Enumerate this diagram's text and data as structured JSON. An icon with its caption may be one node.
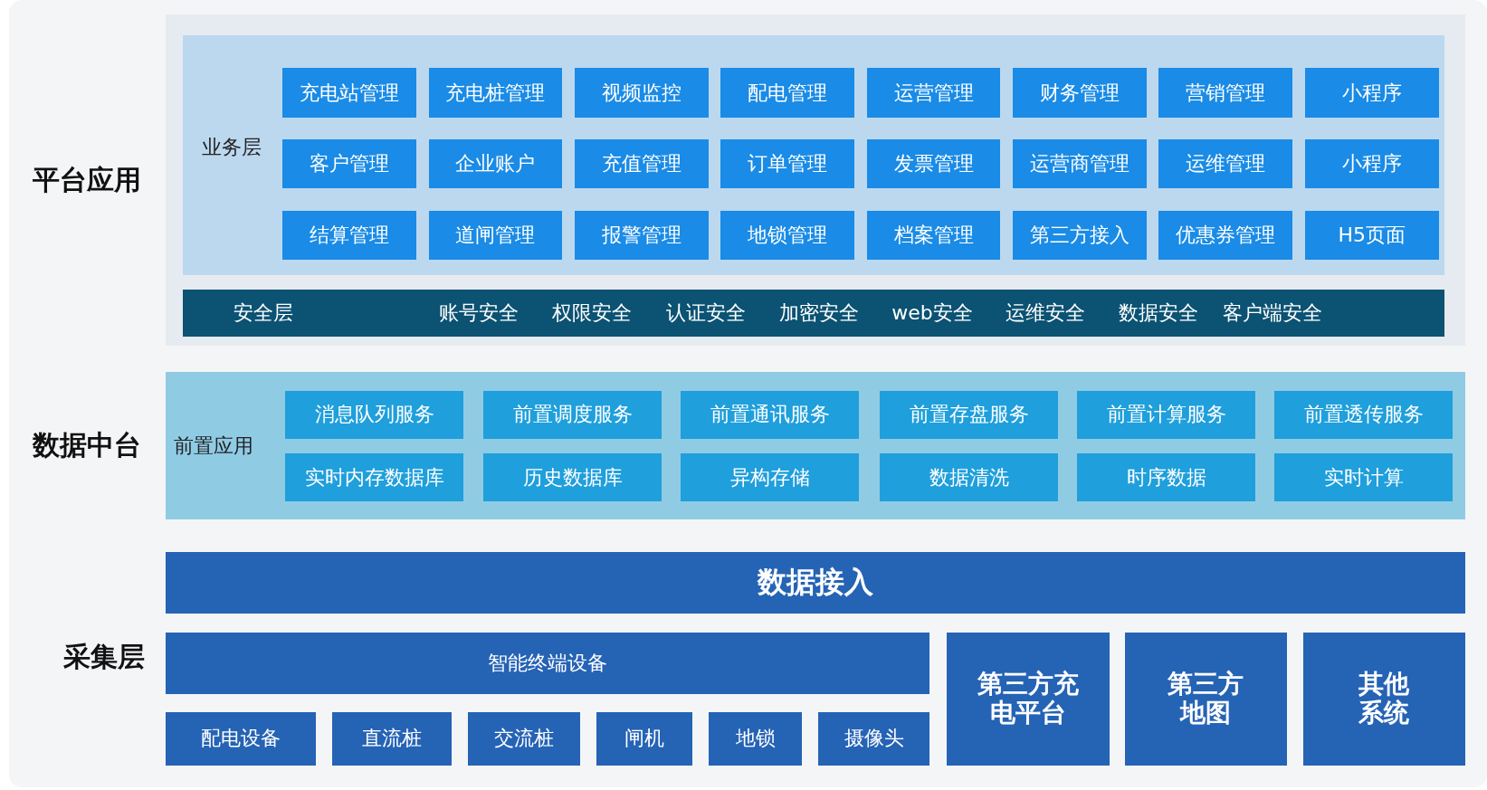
{
  "diagram": {
    "nodes": [
      {
        "text": [],
        "shape": "box"
      },
      {
        "text": [
          "业务层"
        ],
        "in": 0
      },
      {
        "text": [
          "充电站管理"
        ],
        "in": 1
      },
      {
        "text": [
          "充电桩管理"
        ],
        "in": 1
      },
      {
        "text": [
          "视频监控"
        ],
        "in": 1
      },
      {
        "text": [
          "配电管理"
        ],
        "in": 1
      },
      {
        "text": [
          "运营管理"
        ],
        "in": 1
      },
      {
        "text": [
          "财务管理"
        ],
        "in": 1
      },
      {
        "text": [
          "营销管理"
        ],
        "in": 1
      },
      {
        "text": [
          "小程序"
        ],
        "in": 1
      },
      {
        "text": [
          "客户管理"
        ],
        "in": 1
      },
      {
        "text": [
          "企业账户"
        ],
        "in": 1
      },
      {
        "text": [
          "充值管理"
        ],
        "in": 1
      },
      {
        "text": [
          "订单管理"
        ],
        "in": 1
      },
      {
        "text": [
          "发票管理"
        ],
        "in": 1
      },
      {
        "text": [
          "运营商管理"
        ],
        "in": 1
      },
      {
        "text": [
          "运维管理"
        ],
        "in": 1
      },
      {
        "text": [
          "小程序"
        ],
        "in": 1
      },
      {
        "text": [
          "结算管理"
        ],
        "in": 1
      },
      {
        "text": [
          "道闸管理"
        ],
        "in": 1
      },
      {
        "text": [
          "报警管理"
        ],
        "in": 1
      },
      {
        "text": [
          "地锁管理"
        ],
        "in": 1
      },
      {
        "text": [
          "档案管理"
        ],
        "in": 1
      },
      {
        "text": [
          "第三方接入"
        ],
        "in": 1
      },
      {
        "text": [
          "优惠券管理"
        ],
        "in": 1
      },
      {
        "text": [
          "H5页面"
        ],
        "in": 1
      },
      {
        "text": [
          "安全层",
          "账号安全",
          "权限安全",
          "认证安全",
          "加密安全",
          "web安全",
          "运维安全",
          "数据安全",
          "客户端安全"
        ],
        "in": 0
      },
      {
        "text": [
          "前置应用"
        ]
      },
      {
        "text": [
          "消息队列服务"
        ],
        "in": 27
      },
      {
        "text": [
          "前置调度服务"
        ],
        "in": 27
      },
      {
        "text": [
          "前置通讯服务"
        ],
        "in": 27
      },
      {
        "text": [
          "前置存盘服务"
        ],
        "in": 27
      },
      {
        "text": [
          "前置计算服务"
        ],
        "in": 27
      },
      {
        "text": [
          "前置透传服务"
        ],
        "in": 27
      },
      {
        "text": [
          "实时内存数据库"
        ],
        "in": 27
      },
      {
        "text": [
          "历史数据库"
        ],
        "in": 27
      },
      {
        "text": [
          "异构存储"
        ],
        "in": 27
      },
      {
        "text": [
          "数据清洗"
        ],
        "in": 27
      },
      {
        "text": [
          "时序数据"
        ],
        "in": 27
      },
      {
        "text": [
          "实时计算"
        ],
        "in": 27
      },
      {
        "text": [
          "数据接入"
        ]
      },
      {
        "text": [
          "智能终端设备"
        ]
      },
      {
        "text": [
          "配电设备"
        ]
      },
      {
        "text": [
          "直流桩"
        ]
      },
      {
        "text": [
          "交流桩"
        ]
      },
      {
        "text": [
          "闸机"
        ]
      },
      {
        "text": [
          "地锁"
        ]
      },
      {
        "text": [
          "摄像头"
        ]
      },
      {
        "text": [
          "第三方充电平台"
        ]
      },
      {
        "text": [
          "第三方地图"
        ]
      },
      {
        "text": [
          "其他系统"
        ]
      }
    ],
    "labels": [
      "平台应用",
      "数据中台",
      "采集层"
    ]
  }
}
